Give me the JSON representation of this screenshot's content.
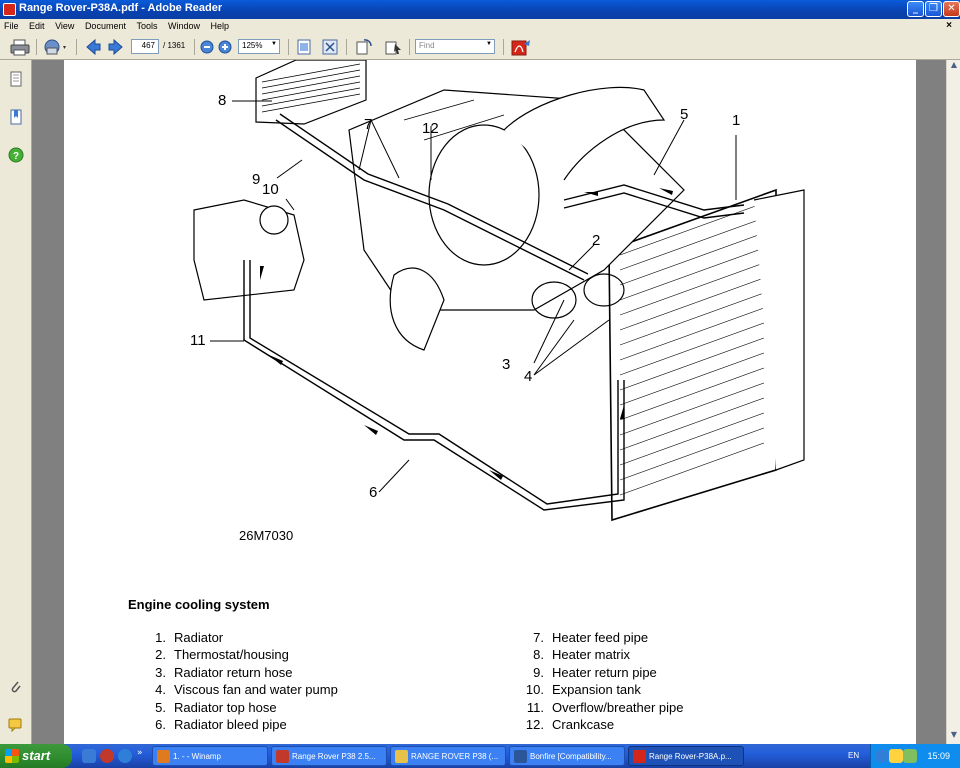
{
  "window": {
    "title": "Range Rover-P38A.pdf - Adobe Reader"
  },
  "menu": {
    "items": [
      "File",
      "Edit",
      "View",
      "Document",
      "Tools",
      "Window",
      "Help"
    ],
    "close_glyph": "×"
  },
  "toolbar": {
    "page_current": "467",
    "page_total": "/ 1361",
    "zoom": "125%",
    "find_placeholder": "Find"
  },
  "document": {
    "diagram_code": "26M7030",
    "caption": "Engine cooling system",
    "callouts": [
      "8",
      "7",
      "12",
      "5",
      "1",
      "9",
      "10",
      "2",
      "11",
      "3",
      "4",
      "6"
    ],
    "legend_left": [
      {
        "num": "1.",
        "label": "Radiator"
      },
      {
        "num": "2.",
        "label": "Thermostat/housing"
      },
      {
        "num": "3.",
        "label": "Radiator return hose"
      },
      {
        "num": "4.",
        "label": "Viscous fan and water pump"
      },
      {
        "num": "5.",
        "label": "Radiator top hose"
      },
      {
        "num": "6.",
        "label": "Radiator bleed pipe"
      }
    ],
    "legend_right": [
      {
        "num": "7.",
        "label": "Heater feed pipe"
      },
      {
        "num": "8.",
        "label": "Heater matrix"
      },
      {
        "num": "9.",
        "label": "Heater return pipe"
      },
      {
        "num": "10.",
        "label": "Expansion tank"
      },
      {
        "num": "11.",
        "label": "Overflow/breather pipe"
      },
      {
        "num": "12.",
        "label": "Crankcase"
      }
    ]
  },
  "taskbar": {
    "start_label": "start",
    "items": [
      {
        "label": "1. - - Winamp",
        "icon_color": "#e07a1f"
      },
      {
        "label": "Range Rover P38 2.5...",
        "icon_color": "#c0392b"
      },
      {
        "label": "RANGE ROVER P38 (...",
        "icon_color": "#e8c14a"
      },
      {
        "label": "Bonfire [Compatibility...",
        "icon_color": "#2b579a"
      },
      {
        "label": "Range Rover-P38A.p...",
        "icon_color": "#d4271a"
      }
    ],
    "language": "EN",
    "clock": "15:09"
  },
  "colors": {
    "titlebar": "#0842b0",
    "chrome": "#ece9d8",
    "taskbar": "#245edb",
    "start": "#2e8b2e",
    "pdf_red": "#d4271a"
  }
}
